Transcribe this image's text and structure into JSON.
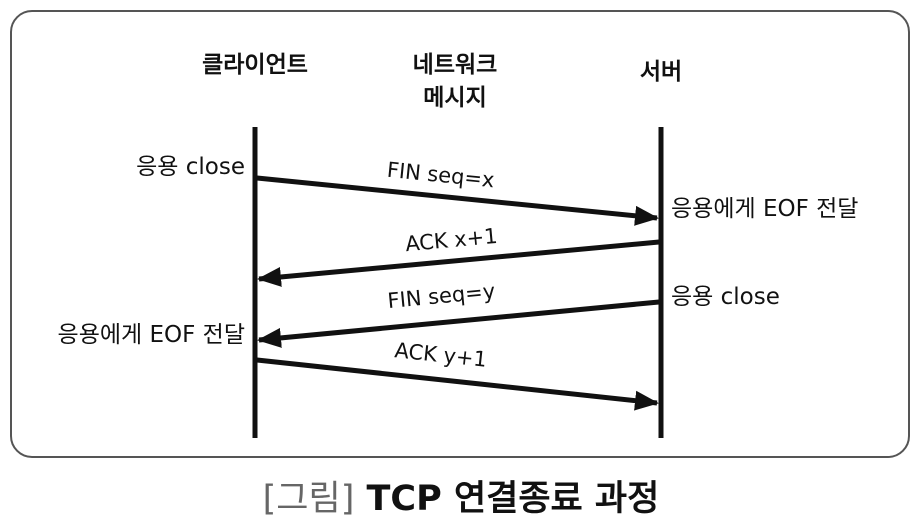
{
  "headers": {
    "client": "클라이언트",
    "network_line1": "네트워크",
    "network_line2": "메시지",
    "server": "서버"
  },
  "side_labels": {
    "client_close": "응용 close",
    "server_eof": "응용에게 EOF 전달",
    "server_close": "응용 close",
    "client_eof": "응용에게 EOF 전달"
  },
  "messages": [
    {
      "label": "FIN seq=x",
      "direction": "client-to-server"
    },
    {
      "label": "ACK x+1",
      "direction": "server-to-client"
    },
    {
      "label": "FIN seq=y",
      "direction": "server-to-client"
    },
    {
      "label": "ACK y+1",
      "direction": "client-to-server"
    }
  ],
  "caption": {
    "bracket_text": "[그림]",
    "title": "TCP 연결종료 과정"
  },
  "colors": {
    "line": "#111111",
    "frame": "#555555",
    "bracket": "#666666"
  }
}
